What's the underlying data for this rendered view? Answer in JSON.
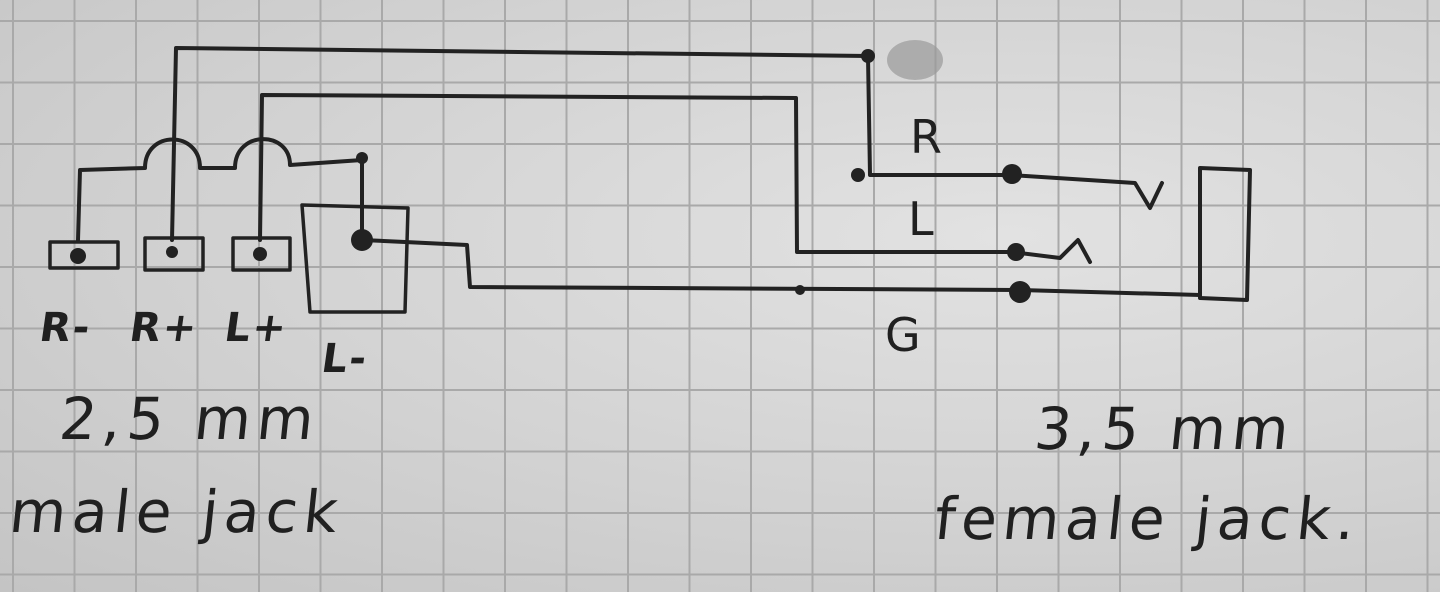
{
  "male_jack": {
    "pins": [
      "R-",
      "R+",
      "L+",
      "L-"
    ],
    "size": "2,5 mm",
    "name": "male jack"
  },
  "female_jack": {
    "signals": [
      "R",
      "L",
      "G"
    ],
    "size": "3,5 mm",
    "name": "female jack."
  },
  "colors": {
    "paper": "#d6d6d6",
    "grid": "#a9a9a9",
    "ink": "#202020"
  }
}
